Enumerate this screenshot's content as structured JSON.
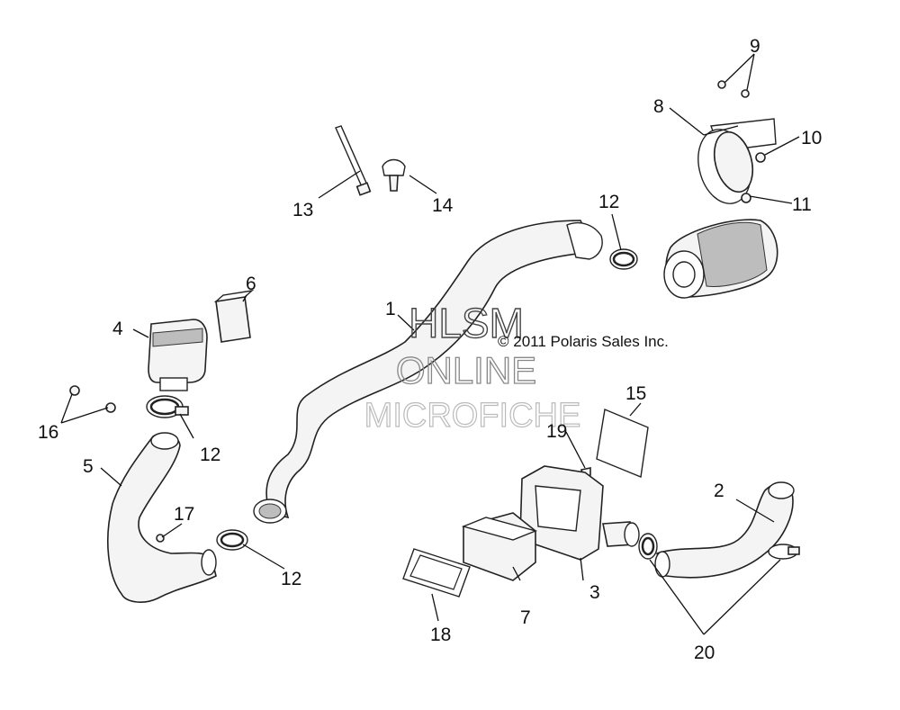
{
  "diagram": {
    "copyright": "© 2011 Polaris Sales Inc.",
    "watermark": {
      "line1": "HLSM",
      "line2": "ONLINE",
      "line3": "MICROFICHE"
    },
    "callouts": {
      "c1": "1",
      "c2": "2",
      "c3": "3",
      "c4": "4",
      "c5": "5",
      "c6": "6",
      "c7": "7",
      "c8": "8",
      "c9": "9",
      "c10": "10",
      "c11": "11",
      "c12a": "12",
      "c12b": "12",
      "c12c": "12",
      "c13": "13",
      "c14": "14",
      "c15": "15",
      "c16": "16",
      "c17": "17",
      "c18": "18",
      "c19": "19",
      "c20": "20"
    }
  }
}
